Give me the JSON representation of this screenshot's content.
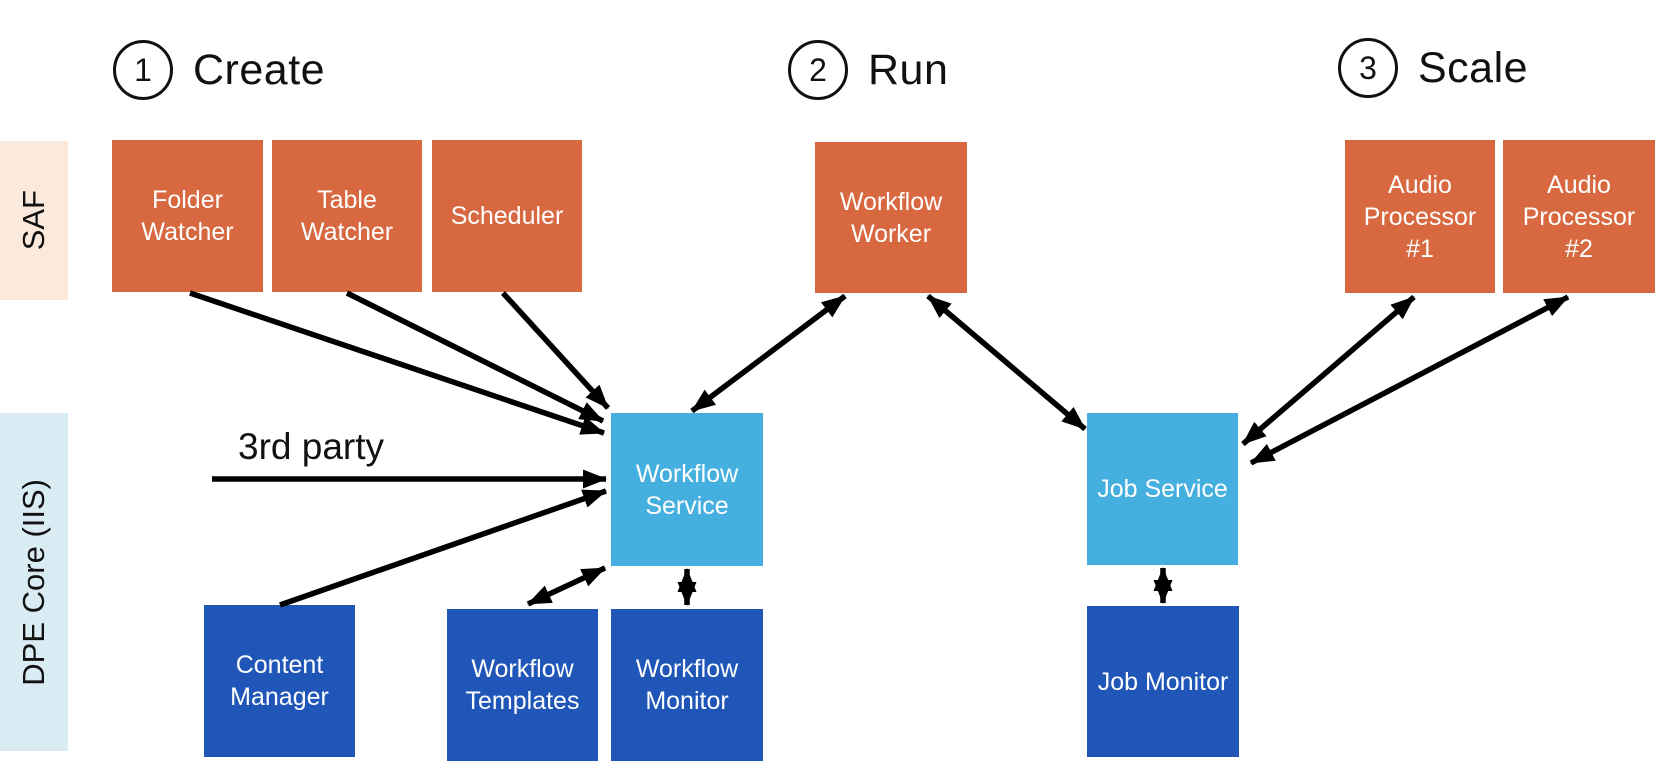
{
  "steps": {
    "create": {
      "number": "1",
      "label": "Create"
    },
    "run": {
      "number": "2",
      "label": "Run"
    },
    "scale": {
      "number": "3",
      "label": "Scale"
    }
  },
  "lanes": {
    "saf": {
      "label": "SAF",
      "color": "#FBE9DC"
    },
    "dpe_core": {
      "label": "DPE Core (IIS)",
      "color": "#DAECF3"
    }
  },
  "boxes": {
    "folder_watcher": {
      "label": "Folder Watcher",
      "category": "saf-agent"
    },
    "table_watcher": {
      "label": "Table Watcher",
      "category": "saf-agent"
    },
    "scheduler": {
      "label": "Scheduler",
      "category": "saf-agent"
    },
    "workflow_worker": {
      "label": "Workflow Worker",
      "category": "saf-agent"
    },
    "audio_processor_1": {
      "label": "Audio Processor #1",
      "category": "saf-agent"
    },
    "audio_processor_2": {
      "label": "Audio Processor #2",
      "category": "saf-agent"
    },
    "workflow_service": {
      "label": "Workflow Service",
      "category": "core-service"
    },
    "job_service": {
      "label": "Job Service",
      "category": "core-service"
    },
    "content_manager": {
      "label": "Content Manager",
      "category": "core-store"
    },
    "workflow_templates": {
      "label": "Workflow Templates",
      "category": "core-store"
    },
    "workflow_monitor": {
      "label": "Workflow Monitor",
      "category": "core-store"
    },
    "job_monitor": {
      "label": "Job Monitor",
      "category": "core-store"
    }
  },
  "annotations": {
    "third_party": "3rd party"
  },
  "colors": {
    "agent_orange": "#D7683F",
    "service_light_blue": "#45AFE0",
    "store_dark_blue": "#2056B7",
    "saf_band": "#FBE9DC",
    "dpe_band": "#DAECF3",
    "arrow": "#000000"
  },
  "connections": [
    {
      "from": "Folder Watcher",
      "to": "Workflow Service",
      "bidirectional": false
    },
    {
      "from": "Table Watcher",
      "to": "Workflow Service",
      "bidirectional": false
    },
    {
      "from": "Scheduler",
      "to": "Workflow Service",
      "bidirectional": false
    },
    {
      "from": "3rd party",
      "to": "Workflow Service",
      "bidirectional": false
    },
    {
      "from": "Content Manager",
      "to": "Workflow Service",
      "bidirectional": false
    },
    {
      "from": "Workflow Service",
      "to": "Workflow Worker",
      "bidirectional": true
    },
    {
      "from": "Workflow Worker",
      "to": "Job Service",
      "bidirectional": true
    },
    {
      "from": "Job Service",
      "to": "Audio Processor #1",
      "bidirectional": true
    },
    {
      "from": "Job Service",
      "to": "Audio Processor #2",
      "bidirectional": true
    },
    {
      "from": "Workflow Service",
      "to": "Workflow Templates",
      "bidirectional": true
    },
    {
      "from": "Workflow Service",
      "to": "Workflow Monitor",
      "bidirectional": true
    },
    {
      "from": "Job Service",
      "to": "Job Monitor",
      "bidirectional": true
    }
  ]
}
